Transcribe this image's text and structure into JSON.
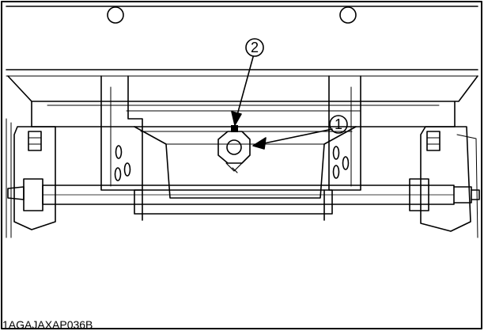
{
  "figure": {
    "reference_code": "1AGAJAXAP036B",
    "callouts": [
      {
        "number": "1",
        "target": "drain-plug"
      },
      {
        "number": "2",
        "target": "plug-nipple"
      }
    ]
  }
}
